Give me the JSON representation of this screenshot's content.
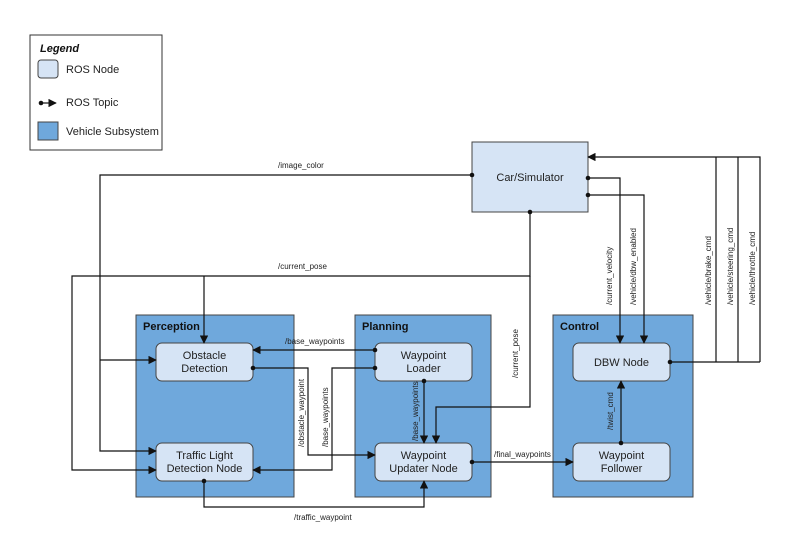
{
  "legend": {
    "title": "Legend",
    "ros_node": "ROS Node",
    "ros_topic": "ROS Topic",
    "vehicle_subsystem": "Vehicle Subsystem"
  },
  "subsystems": {
    "perception": "Perception",
    "planning": "Planning",
    "control": "Control"
  },
  "nodes": {
    "car_simulator": "Car/Simulator",
    "obstacle_detection": [
      "Obstacle",
      "Detection"
    ],
    "traffic_light": [
      "Traffic Light",
      "Detection Node"
    ],
    "waypoint_loader": [
      "Waypoint",
      "Loader"
    ],
    "waypoint_updater": [
      "Waypoint",
      "Updater Node"
    ],
    "dbw_node": "DBW Node",
    "waypoint_follower": [
      "Waypoint",
      "Follower"
    ]
  },
  "topics": {
    "image_color": "/image_color",
    "current_pose": "/current_pose",
    "current_pose_2": "/current_pose",
    "base_waypoints_top": "/base_waypoints",
    "base_waypoints_left": "/base_waypoints",
    "base_waypoints_inner": "/base_waypoints",
    "obstacle_waypoint": "/obstacle_waypoint",
    "traffic_waypoint": "/traffic_waypoint",
    "final_waypoints": "/final_waypoints",
    "current_velocity": "/current_velocity",
    "dbw_enabled": "/vehicle/dbw_enabled",
    "twist_cmd": "/twist_cmd",
    "brake_cmd": "/vehicle/brake_cmd",
    "steering_cmd": "/vehicle/steering_cmd",
    "throttle_cmd": "/vehicle/throttle_cmd"
  },
  "colors": {
    "node_fill": "#d6e4f5",
    "subsystem_fill": "#6fa8dc",
    "border": "#444444"
  }
}
